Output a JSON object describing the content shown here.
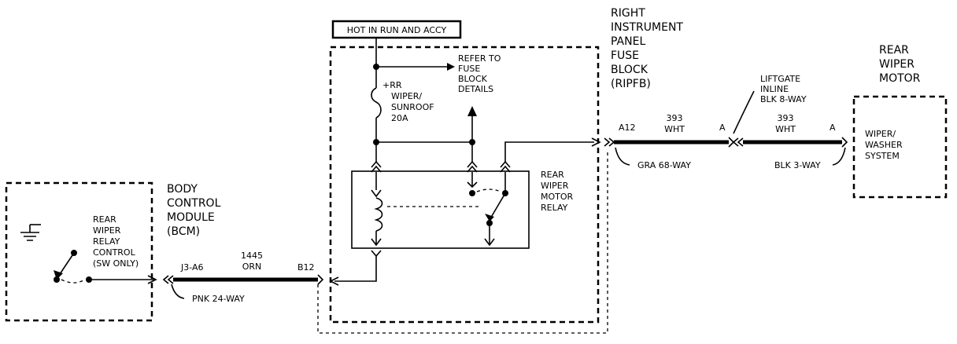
{
  "hot_label": "HOT IN RUN AND ACCY",
  "fuse_ref": [
    "REFER TO",
    "FUSE",
    "BLOCK",
    "DETAILS"
  ],
  "fuse": [
    "+RR",
    "WIPER/",
    "SUNROOF",
    "20A"
  ],
  "ripfb": [
    "RIGHT",
    "INSTRUMENT",
    "PANEL",
    "FUSE",
    "BLOCK",
    "(RIPFB)"
  ],
  "relay": [
    "REAR",
    "WIPER",
    "MOTOR",
    "RELAY"
  ],
  "bcm": [
    "BODY",
    "CONTROL",
    "MODULE",
    "(BCM)"
  ],
  "bcm_internal": [
    "REAR",
    "WIPER",
    "RELAY",
    "CONTROL",
    "(SW ONLY)"
  ],
  "bcm_pin": "J3-A6",
  "bcm_connector": "PNK 24-WAY",
  "wire1_circuit": "1445",
  "wire1_color": "ORN",
  "ripfb_pin_left": "B12",
  "ripfb_pin_right": "A12",
  "ripfb_connector": "GRA 68-WAY",
  "wire2_circuit": "393",
  "wire2_color": "WHT",
  "inline_pin": "A",
  "inline_label": [
    "LIFTGATE",
    "INLINE",
    "BLK 8-WAY"
  ],
  "wire3_circuit": "393",
  "wire3_color": "WHT",
  "motor_pin": "A",
  "motor_connector": "BLK 3-WAY",
  "motor_title": [
    "REAR",
    "WIPER",
    "MOTOR"
  ],
  "motor_internal": [
    "WIPER/",
    "WASHER",
    "SYSTEM"
  ]
}
